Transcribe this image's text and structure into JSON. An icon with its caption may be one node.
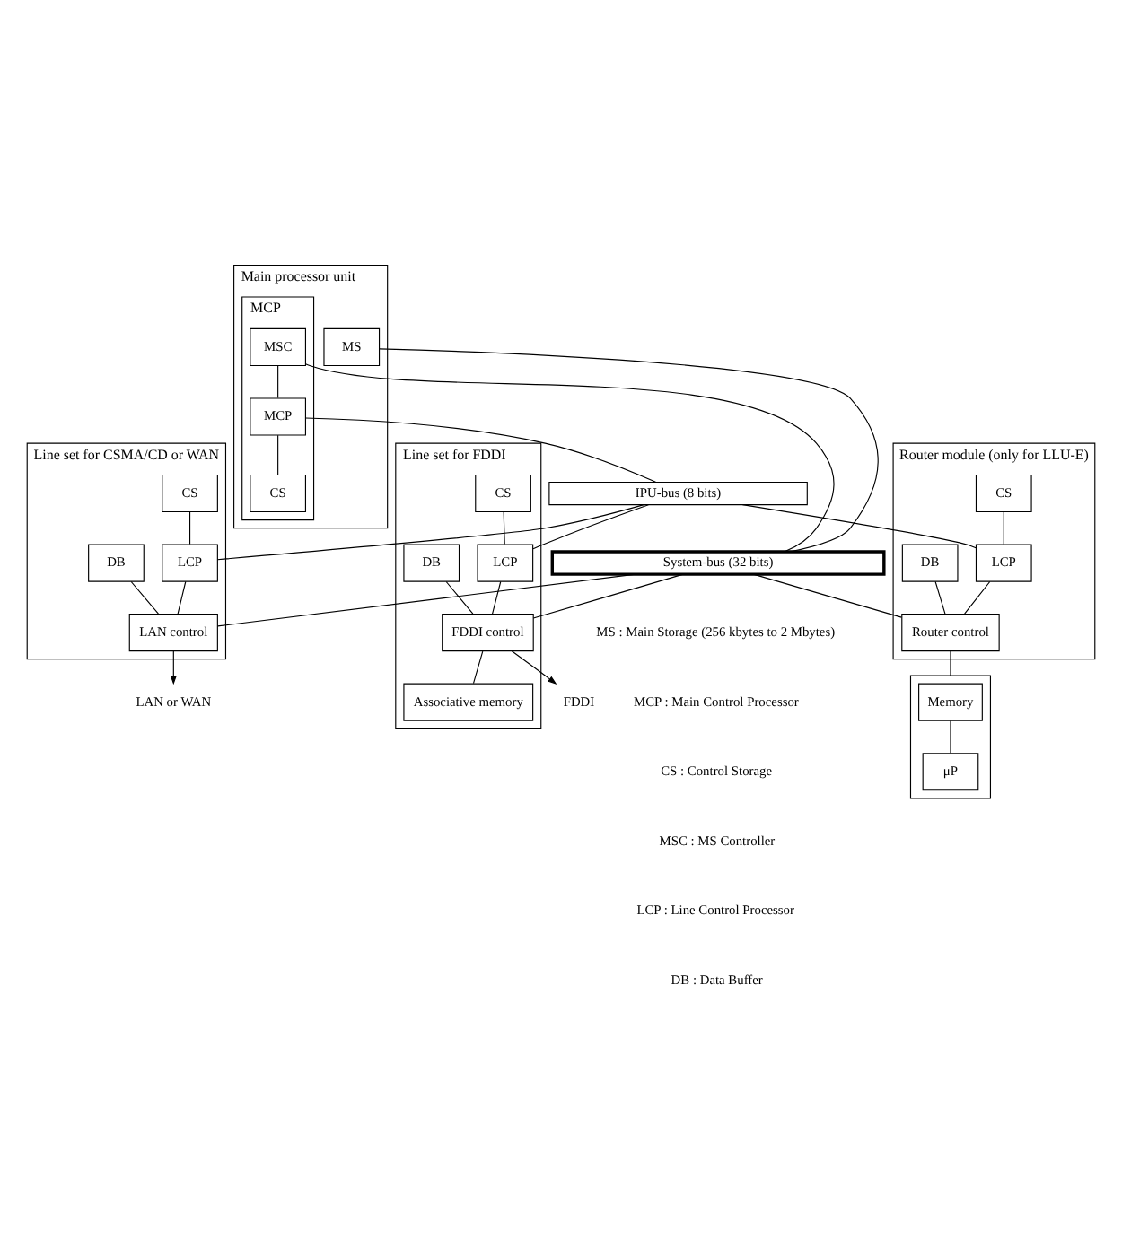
{
  "diagram": {
    "nodes": [
      {
        "text": [
          "Main processor unit"
        ]
      },
      {
        "text": [
          "MS"
        ],
        "in": 0
      },
      {
        "text": [
          "MCP"
        ],
        "in": 0
      },
      {
        "text": [
          "MSC"
        ],
        "in": 2
      },
      {
        "text": [
          "MCP"
        ],
        "in": 2
      },
      {
        "text": [
          "CS"
        ],
        "in": 2
      },
      {
        "text": [
          "Line set for CSMA/CD or WAN"
        ]
      },
      {
        "text": [
          "CS"
        ],
        "in": 6
      },
      {
        "text": [
          "LCP"
        ],
        "in": 6
      },
      {
        "text": [
          "DB"
        ],
        "in": 6
      },
      {
        "text": [
          "LAN control"
        ],
        "in": 6
      },
      {
        "text": [
          "LAN or WAN"
        ]
      },
      {
        "text": [
          "Line set for FDDI"
        ]
      },
      {
        "text": [
          "CS"
        ],
        "in": 12
      },
      {
        "text": [
          "LCP"
        ],
        "in": 12
      },
      {
        "text": [
          "DB"
        ],
        "in": 12
      },
      {
        "text": [
          "FDDI control"
        ],
        "in": 12
      },
      {
        "text": [
          "Associative memory"
        ],
        "in": 12
      },
      {
        "text": [
          "FDDI"
        ]
      },
      {
        "text": [
          "Router module (only for LLU-E)"
        ]
      },
      {
        "text": [
          "CS"
        ],
        "in": 19
      },
      {
        "text": [
          "LCP"
        ],
        "in": 19
      },
      {
        "text": [
          "DB"
        ],
        "in": 19
      },
      {
        "text": [
          "Router control"
        ],
        "in": 19
      },
      {
        "text": [],
        "shape": "box"
      },
      {
        "text": [
          "Memory"
        ],
        "in": 24
      },
      {
        "text": [
          "μP"
        ],
        "in": 24
      },
      {
        "text": [
          "IPU-bus (8 bits)"
        ]
      },
      {
        "text": [
          "System-bus (32 bits)"
        ]
      }
    ],
    "edges": [
      {
        "from": 1,
        "to": 28,
        "arrow": "none"
      },
      {
        "from": 3,
        "to": 28,
        "arrow": "none"
      },
      {
        "from": 3,
        "to": 4,
        "arrow": "none"
      },
      {
        "from": 4,
        "to": 27,
        "arrow": "none"
      },
      {
        "from": 4,
        "to": 5,
        "arrow": "none"
      },
      {
        "from": 27,
        "to": 8,
        "arrow": "none"
      },
      {
        "from": 28,
        "to": 10,
        "arrow": "none"
      },
      {
        "from": 7,
        "to": 8,
        "arrow": "none"
      },
      {
        "from": 8,
        "to": 10,
        "arrow": "none"
      },
      {
        "from": 9,
        "to": 10,
        "arrow": "none"
      },
      {
        "from": 10,
        "to": 11,
        "arrow": "to"
      },
      {
        "from": 27,
        "to": 14,
        "arrow": "none"
      },
      {
        "from": 28,
        "to": 16,
        "arrow": "none"
      },
      {
        "from": 13,
        "to": 14,
        "arrow": "none"
      },
      {
        "from": 14,
        "to": 16,
        "arrow": "none"
      },
      {
        "from": 15,
        "to": 16,
        "arrow": "none"
      },
      {
        "from": 16,
        "to": 17,
        "arrow": "none"
      },
      {
        "from": 16,
        "to": 18,
        "arrow": "to"
      },
      {
        "from": 27,
        "to": 21,
        "arrow": "none"
      },
      {
        "from": 28,
        "to": 23,
        "arrow": "none"
      },
      {
        "from": 20,
        "to": 21,
        "arrow": "none"
      },
      {
        "from": 21,
        "to": 23,
        "arrow": "none"
      },
      {
        "from": 22,
        "to": 23,
        "arrow": "none"
      },
      {
        "from": 23,
        "to": 24,
        "arrow": "none"
      },
      {
        "from": 25,
        "to": 26,
        "arrow": "none"
      }
    ],
    "labels": [
      "MS : Main Storage (256 kbytes to 2 Mbytes)",
      "MCP : Main Control Processor",
      "CS : Control Storage",
      "MSC : MS Controller",
      "LCP : Line Control Processor",
      "DB : Data Buffer"
    ]
  }
}
